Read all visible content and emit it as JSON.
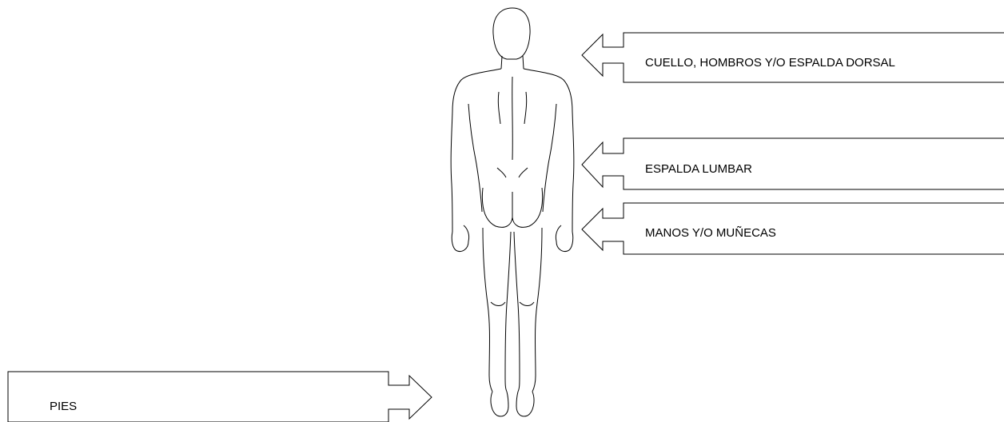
{
  "labels": {
    "neck_shoulders": "CUELLO, HOMBROS Y/O ESPALDA DORSAL",
    "lumbar": "ESPALDA LUMBAR",
    "hands_wrists": "MANOS Y/O MUÑECAS",
    "feet": "PIES"
  },
  "colors": {
    "line": "#000000",
    "background": "#ffffff"
  }
}
